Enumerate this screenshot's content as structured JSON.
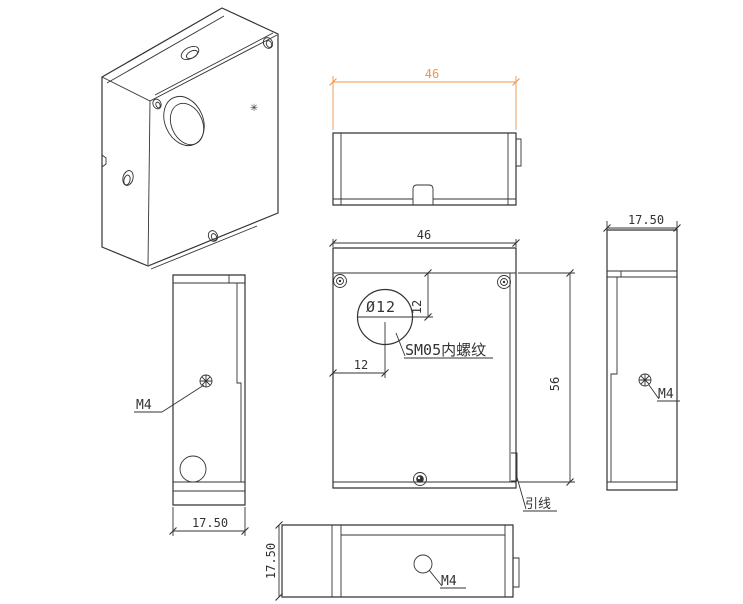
{
  "drawing": {
    "colors": {
      "line": "#333333",
      "highlight": "#f0954a",
      "marker_gray": "#8a8a8a"
    },
    "views": {
      "isometric": {
        "marker": "✳"
      },
      "top": {
        "width_dim": "46"
      },
      "front": {
        "width_dim": "46",
        "height_dim": "56",
        "hole_dia": "Ø12",
        "hole_x_dim": "12",
        "hole_y_dim": "12",
        "thread_note": "SM05内螺纹",
        "lead_note": "引线"
      },
      "left": {
        "thread_label": "M4",
        "depth_dim": "17.50"
      },
      "right": {
        "thread_label": "M4",
        "depth_dim": "17.50"
      },
      "bottom": {
        "thread_label": "M4",
        "depth_dim": "17.50"
      }
    }
  }
}
